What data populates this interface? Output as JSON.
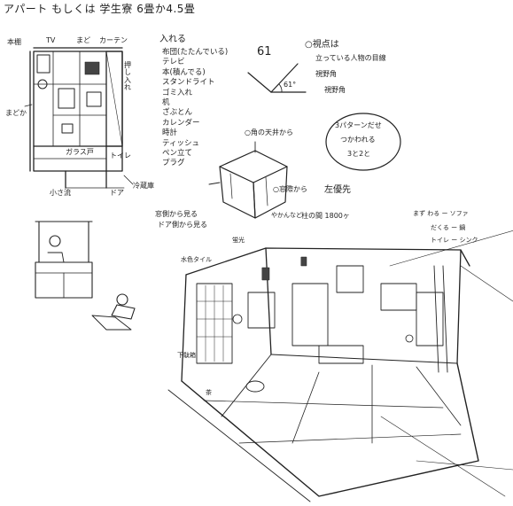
{
  "title": "アパート もしくは 学生寮  6畳か4.5畳",
  "floor_labels": {
    "shelf": "本棚",
    "tv": "TV",
    "window": "まど",
    "curtain": "カーテン",
    "closet": "押し入れ",
    "desk": "まどか",
    "glass_door": "ガラス戸",
    "toilet": "トイレ",
    "sink": "小さ流",
    "door": "ドア",
    "fridge": "冷蔵庫"
  },
  "items_header": "入れる",
  "items": [
    "布団(たたんでいる)",
    "テレビ",
    "本(積んでる)",
    "スタンドライト",
    "ゴミ入れ",
    "机",
    "ざぶとん",
    "カレンダー",
    "時計",
    "ティッシュ",
    "ペン立て",
    "プラグ"
  ],
  "angle_label": "61",
  "angle_inner": "61°",
  "view_notes": [
    "○視点は",
    "立っている人物の目線",
    "視野角",
    "視野角"
  ],
  "cube_note_top": "○角の天井から",
  "cube_note_side": "○窓際から",
  "cube_note_priority": "左優先",
  "bubble_lines": [
    "3パターンだせ",
    "つかわれる",
    "3と2と"
  ],
  "view_caption_1": "窓側から見る",
  "view_caption_2": "ドア側から見る",
  "height_label": "柱の間 1800ヶ",
  "right_note_1": "まず わる ー ソファ",
  "right_note_2": "だくる ー 鍋",
  "right_note_3": "トイレ ー シンク",
  "room_labels": {
    "light": "蛍光",
    "tile": "水色タイル",
    "kettle": "やかんなど",
    "mat": "茶",
    "floor_note": "下駄箱"
  }
}
